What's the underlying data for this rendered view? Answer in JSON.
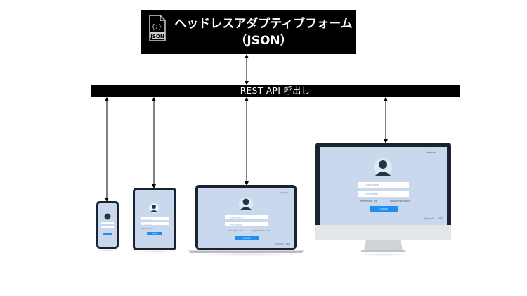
{
  "json_box": {
    "title_line1": "ヘッドレスアダプティブフォーム",
    "title_line2": "（JSON）",
    "icon_label": "JSON",
    "icon_symbol": "{;}"
  },
  "api_bar": {
    "label": "REST API 呼出し"
  },
  "devices": {
    "tablet": {
      "username_placeholder": "Username",
      "password_placeholder": "Password",
      "remember": "Remember me",
      "login_button": "LOGIN"
    },
    "laptop": {
      "register": "Register",
      "username_placeholder": "Username",
      "password_placeholder": "Password",
      "remember": "Remember me",
      "forgot": "Forgot Password?",
      "login_button": "LOGIN",
      "footer_left": "Support",
      "footer_right": "FAQ"
    },
    "desktop": {
      "register": "Register",
      "username_placeholder": "Username",
      "password_placeholder": "Password",
      "remember": "Remember me",
      "forgot": "Forgot Password?",
      "login_button": "LOGIN",
      "footer_left": "Support",
      "footer_right": "FAQ"
    }
  },
  "colors": {
    "bar": "#000000",
    "screen_bg": "#c9d8ec",
    "avatar": "#233548",
    "button": "#1f8ef1",
    "device_frame": "#1b2230"
  }
}
